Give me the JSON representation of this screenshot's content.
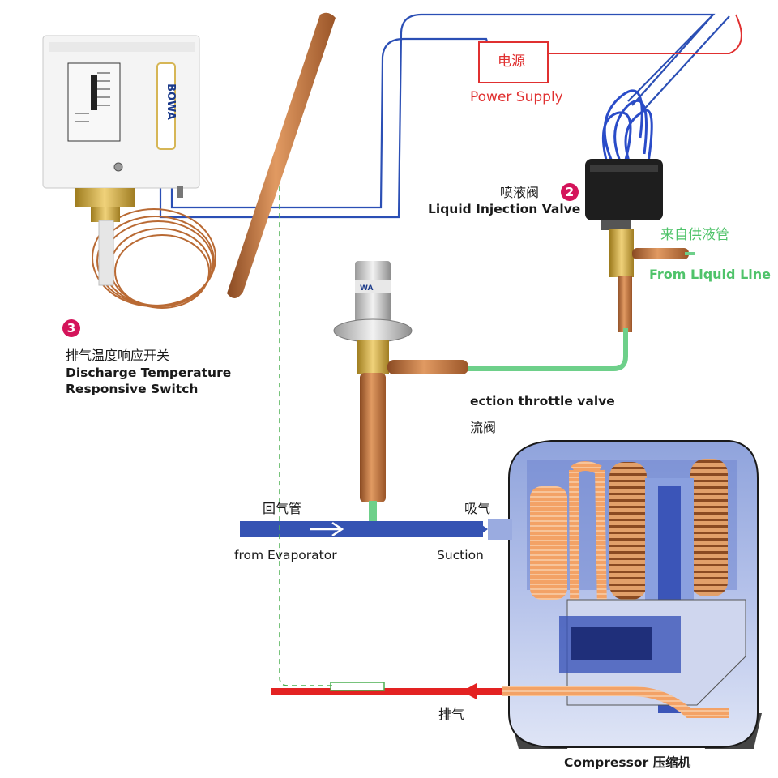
{
  "colors": {
    "wire_blue": "#2b4fb5",
    "wire_red": "#e03030",
    "liquid_green": "#6ed08a",
    "suction_blue": "#3553b3",
    "discharge_red": "#e32222",
    "badge": "#d4145a",
    "copper": "#c87a45"
  },
  "power_supply": {
    "cn": "电源",
    "en": "Power Supply"
  },
  "injection_valve": {
    "number": "2",
    "cn": "喷液阀",
    "en": "Liquid Injection Valve"
  },
  "liquid_line": {
    "cn": "来自供液管",
    "en": "From Liquid Line"
  },
  "throttle_valve": {
    "en": "ection throttle valve",
    "cn": "流阀"
  },
  "switch": {
    "number": "3",
    "cn": "排气温度响应开关",
    "en_line1": "Discharge Temperature",
    "en_line2": "Responsive Switch",
    "brand": "BOWA"
  },
  "return_pipe": {
    "cn": "回气管",
    "en": "from Evaporator"
  },
  "suction": {
    "cn": "吸气",
    "en": "Suction"
  },
  "discharge": {
    "cn": "排气"
  },
  "compressor": {
    "label": "Compressor 压缩机"
  }
}
